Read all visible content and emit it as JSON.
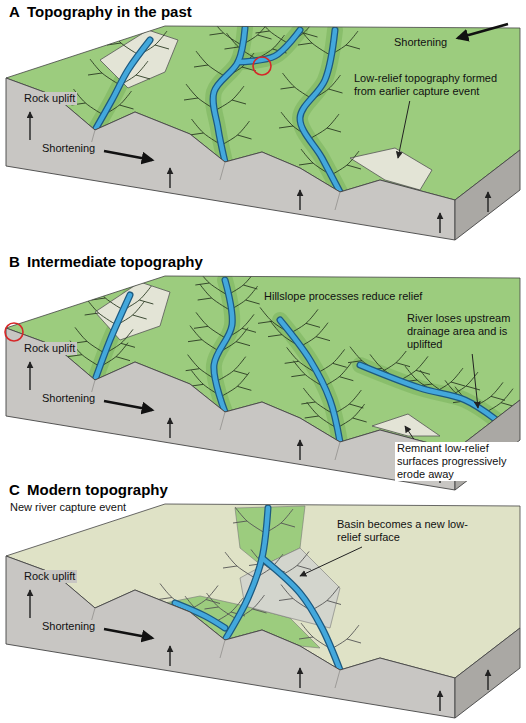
{
  "diagram": {
    "labels": [
      "A",
      "Topography in the past",
      "Shortening",
      "Low-relief topography formed from earlier capture event",
      "Rock uplift",
      "Shortening",
      "B",
      "Intermediate topography",
      "Hillslope processes reduce relief",
      "River loses upstream drainage area and is uplifted",
      "Rock uplift",
      "Shortening",
      "Remnant low-relief surfaces progressively erode away",
      "C",
      "Modern topography",
      "New river capture event",
      "Basin becomes a new low-relief surface",
      "Rock uplift",
      "Shortening"
    ]
  }
}
